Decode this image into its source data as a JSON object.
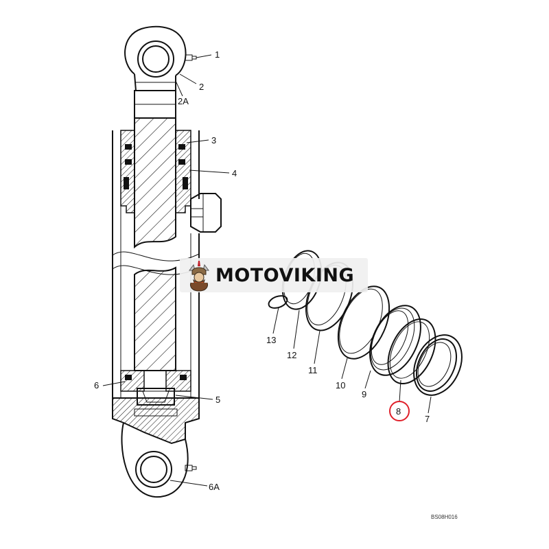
{
  "watermark": {
    "brand": "MOTOVIKING"
  },
  "callouts": [
    {
      "id": "c1",
      "text": "1"
    },
    {
      "id": "c2",
      "text": "2"
    },
    {
      "id": "c2a",
      "text": "2A"
    },
    {
      "id": "c3",
      "text": "3"
    },
    {
      "id": "c4",
      "text": "4"
    },
    {
      "id": "c5",
      "text": "5"
    },
    {
      "id": "c6",
      "text": "6"
    },
    {
      "id": "c6a",
      "text": "6A"
    },
    {
      "id": "c7",
      "text": "7"
    },
    {
      "id": "c8",
      "text": "8"
    },
    {
      "id": "c9",
      "text": "9"
    },
    {
      "id": "c10",
      "text": "10"
    },
    {
      "id": "c11",
      "text": "11"
    },
    {
      "id": "c12",
      "text": "12"
    },
    {
      "id": "c13",
      "text": "13"
    }
  ],
  "highlight": {
    "callout": "8",
    "color": "#e0202a"
  },
  "figure_id": "BS08H016"
}
